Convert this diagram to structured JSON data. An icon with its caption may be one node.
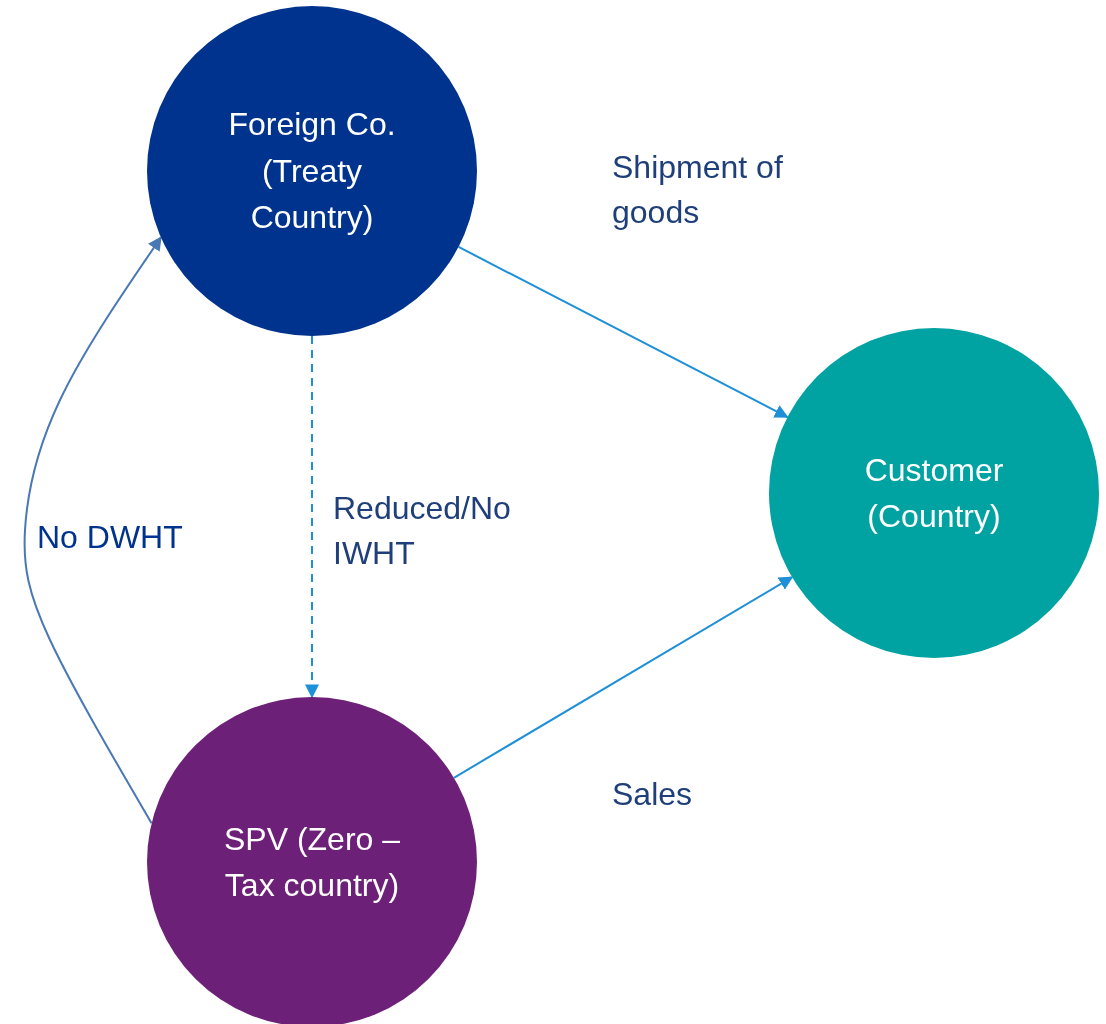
{
  "diagram": {
    "nodes": [
      {
        "text": [
          "Foreign Co. (Treaty Country)"
        ]
      },
      {
        "text": [
          "Customer (Country)"
        ]
      },
      {
        "text": [
          "SPV (Zero – Tax country)"
        ]
      }
    ],
    "edges": [
      {
        "from": 0,
        "to": 1,
        "arrow": "to",
        "label": "Shipment of goods"
      },
      {
        "from": 0,
        "to": 2,
        "arrow": "to",
        "label": "Reduced/No IWHT",
        "style": "dashed"
      },
      {
        "from": 2,
        "to": 1,
        "arrow": "to",
        "label": "Sales"
      },
      {
        "from": 2,
        "to": 0,
        "arrow": "to",
        "label": "No DWHT",
        "color": "#4a78b5"
      }
    ]
  }
}
